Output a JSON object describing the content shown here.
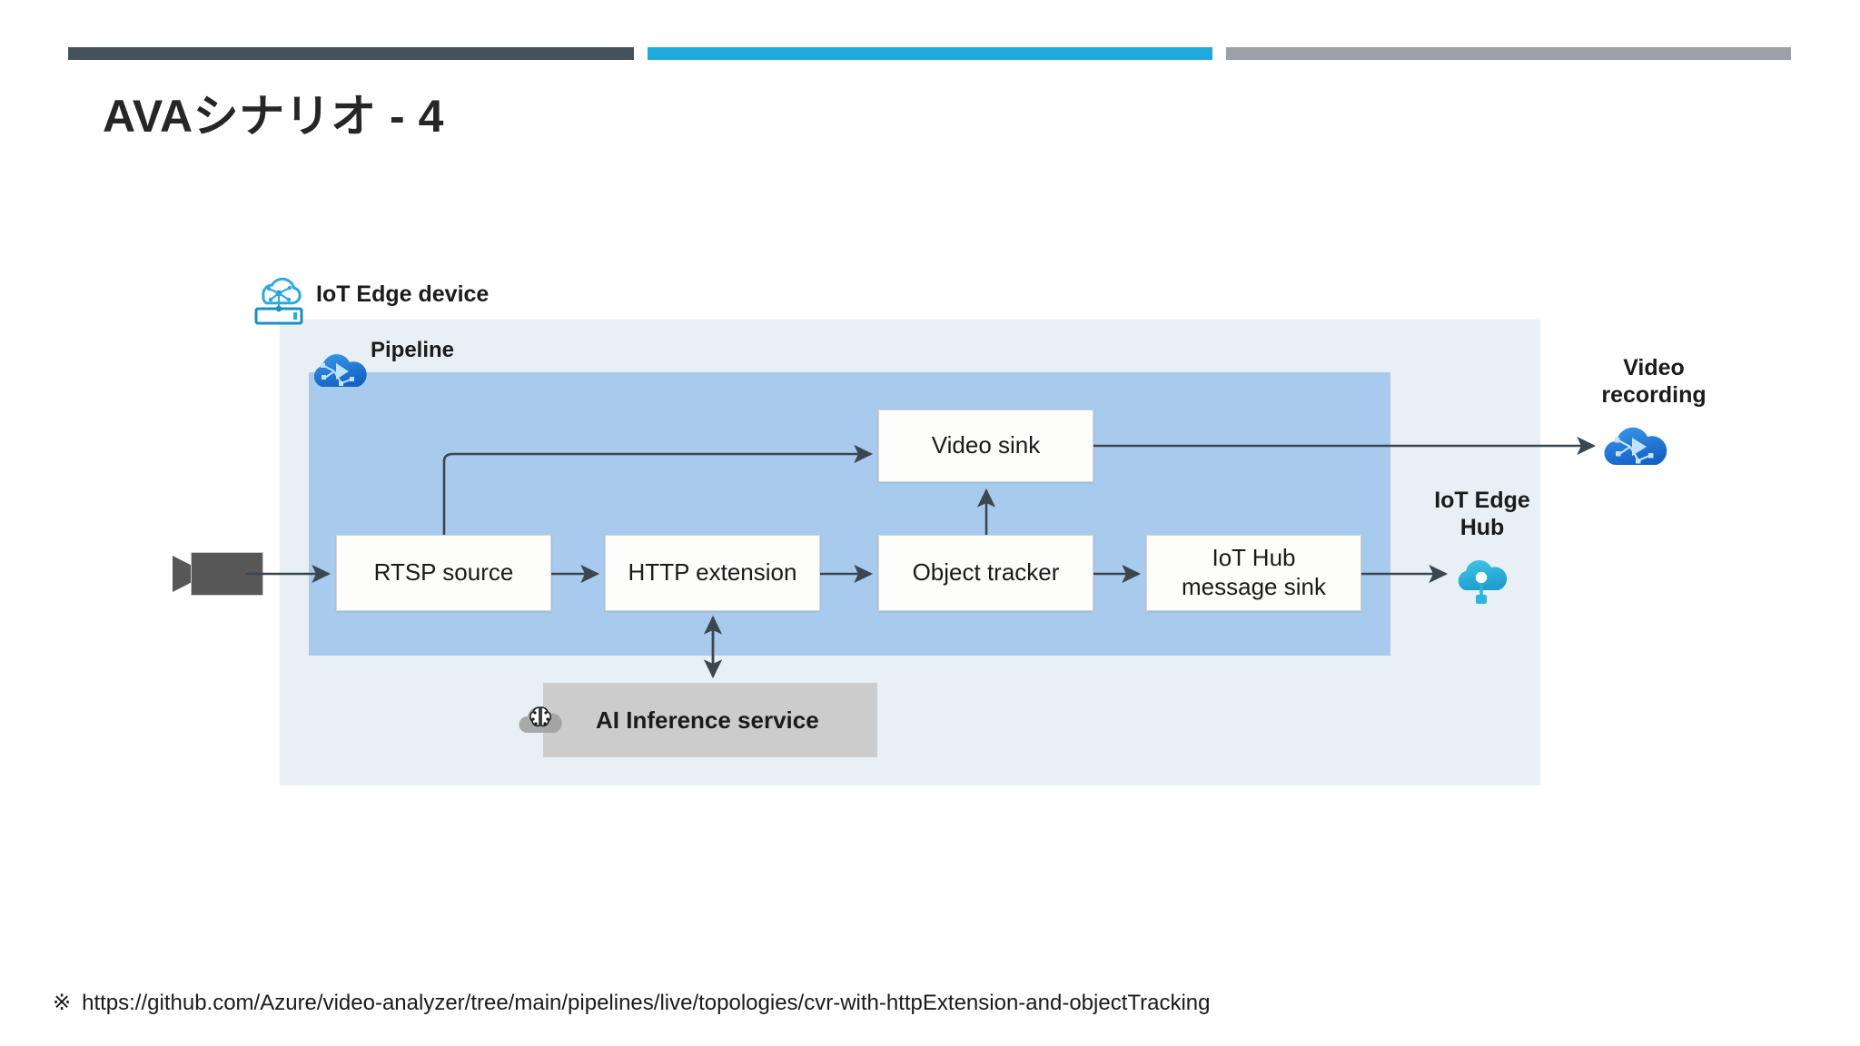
{
  "slide": {
    "title": "AVAシナリオ - 4",
    "accent_bars": [
      {
        "name": "dark",
        "color": "#47535a"
      },
      {
        "name": "cyan",
        "color": "#1eaade"
      },
      {
        "name": "gray",
        "color": "#9ba1a6"
      }
    ],
    "footnote": {
      "mark": "※",
      "url": "https://github.com/Azure/video-analyzer/tree/main/pipelines/live/topologies/cvr-with-httpExtension-and-objectTracking"
    }
  },
  "diagram": {
    "edge_device": {
      "label": "IoT Edge device",
      "icon": "cloud-server-icon",
      "panel_color": "#e8f0f5"
    },
    "pipeline": {
      "label": "Pipeline",
      "icon": "pipeline-cloud-icon",
      "panel_color": "#a8cbed"
    },
    "camera": {
      "icon": "video-camera-icon",
      "color": "#575757"
    },
    "nodes": [
      {
        "id": "rtsp-source",
        "label": "RTSP source"
      },
      {
        "id": "http-extension",
        "label": "HTTP extension"
      },
      {
        "id": "object-tracker",
        "label": "Object tracker"
      },
      {
        "id": "iot-hub-message-sink",
        "label_line1": "IoT Hub",
        "label_line2": "message sink"
      },
      {
        "id": "video-sink",
        "label": "Video sink"
      }
    ],
    "ai_service": {
      "label": "AI Inference service",
      "icon": "brain-cloud-icon",
      "box_color": "#cccccc"
    },
    "endpoints": [
      {
        "id": "video-recording",
        "label_line1": "Video",
        "label_line2": "recording",
        "icon": "video-recording-cloud-icon",
        "color": "#1f7ddb"
      },
      {
        "id": "iot-edge-hub",
        "label_line1": "IoT Edge",
        "label_line2": "Hub",
        "icon": "iot-edge-hub-cloud-icon",
        "color": "#29b6dd"
      }
    ],
    "connector_color": "#3a4750"
  }
}
